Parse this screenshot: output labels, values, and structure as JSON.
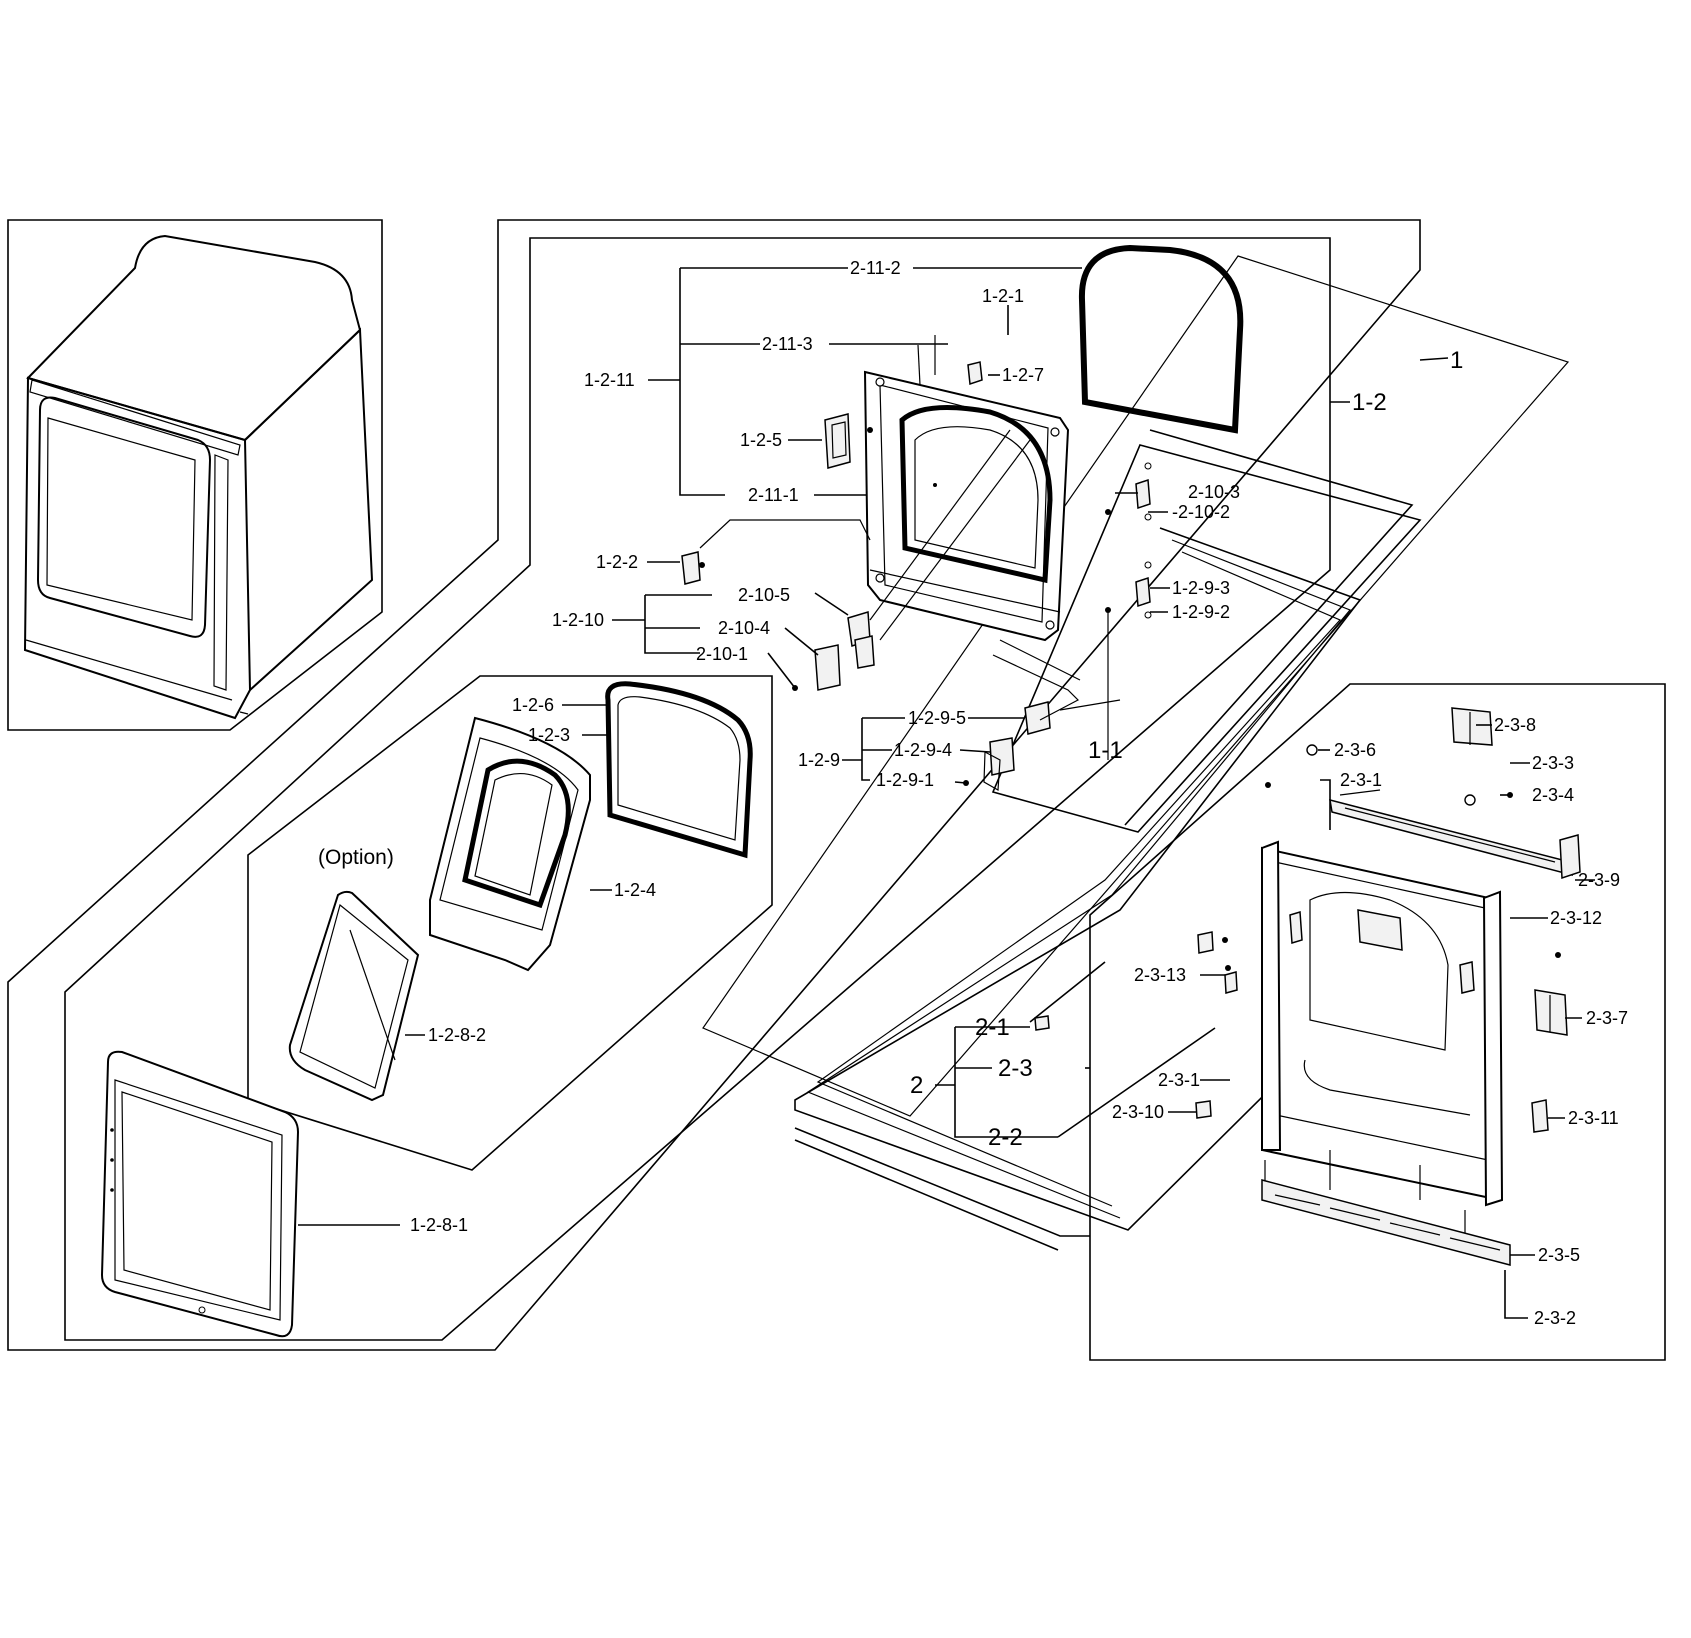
{
  "labels": {
    "l_2_11_2": "2-11-2",
    "l_1_2_1": "1-2-1",
    "l_2_11_3": "2-11-3",
    "l_1_2_7": "1-2-7",
    "l_1_2_11": "1-2-11",
    "l_1_2_5": "1-2-5",
    "l_2_11_1": "2-11-1",
    "l_1": "1",
    "l_1_2": "1-2",
    "l_2_10_3": "2-10-3",
    "l_2_10_2": "-2-10-2",
    "l_1_2_2": "1-2-2",
    "l_1_2_9_3": "1-2-9-3",
    "l_1_2_9_2": "1-2-9-2",
    "l_2_10_5": "2-10-5",
    "l_1_2_10": "1-2-10",
    "l_2_10_4": "2-10-4",
    "l_2_10_1": "2-10-1",
    "l_1_2_6": "1-2-6",
    "l_1_2_3": "1-2-3",
    "l_1_2_9_5": "1-2-9-5",
    "l_1_2_9": "1-2-9",
    "l_1_2_9_4": "1-2-9-4",
    "l_1_2_9_1": "1-2-9-1",
    "l_1_1": "1-1",
    "l_2_3_8": "2-3-8",
    "l_2_3_6": "2-3-6",
    "l_2_3_3": "2-3-3",
    "l_2_3_1a": "2-3-1",
    "l_2_3_4": "2-3-4",
    "l_option": "(Option)",
    "l_1_2_4": "1-2-4",
    "l_2_3_9": "2-3-9",
    "l_2_3_12": "2-3-12",
    "l_2_3_13": "2-3-13",
    "l_2_3_7": "2-3-7",
    "l_1_2_8_2": "1-2-8-2",
    "l_2_1": "2-1",
    "l_2_3": "2-3",
    "l_2": "2",
    "l_2_3_1b": "2-3-1",
    "l_2_3_11": "2-3-11",
    "l_2_3_10": "2-3-10",
    "l_2_2": "2-2",
    "l_1_2_8_1": "1-2-8-1",
    "l_2_3_5": "2-3-5",
    "l_2_3_2": "2-3-2"
  }
}
